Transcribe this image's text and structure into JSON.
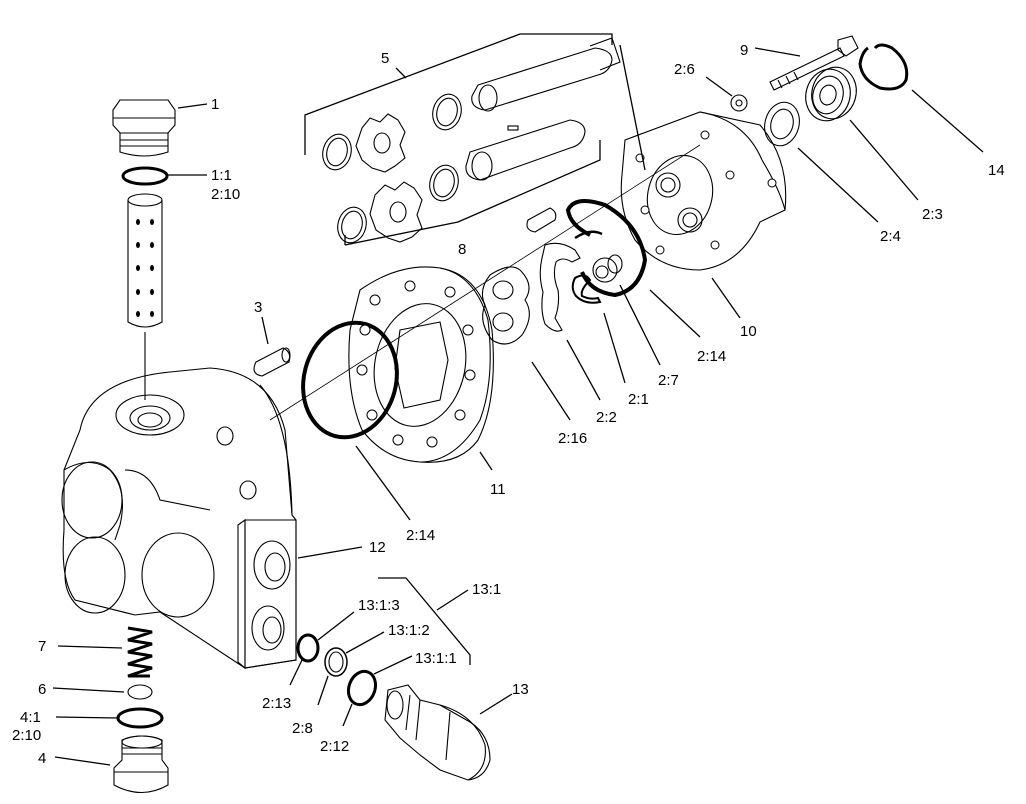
{
  "labels": {
    "l1": "1",
    "l1_1": "1:1",
    "l1_2": "2:10",
    "l2_6": "2:6",
    "l9": "9",
    "l14": "14",
    "l2_3": "2:3",
    "l2_4": "2:4",
    "l5": "5",
    "l8": "8",
    "l3": "3",
    "l10": "10",
    "l2_14a": "2:14",
    "l2_7": "2:7",
    "l2_1": "2:1",
    "l2_2": "2:2",
    "l2_16": "2:16",
    "l11": "11",
    "l2_14b": "2:14",
    "l12": "12",
    "l13_1": "13:1",
    "l13_1_3": "13:1:3",
    "l13_1_2": "13:1:2",
    "l13_1_1": "13:1:1",
    "l13": "13",
    "l7": "7",
    "l6": "6",
    "l4_1a": "4:1",
    "l4_1b": "2:10",
    "l4": "4",
    "l2_13": "2:13",
    "l2_8": "2:8",
    "l2_12": "2:12"
  }
}
